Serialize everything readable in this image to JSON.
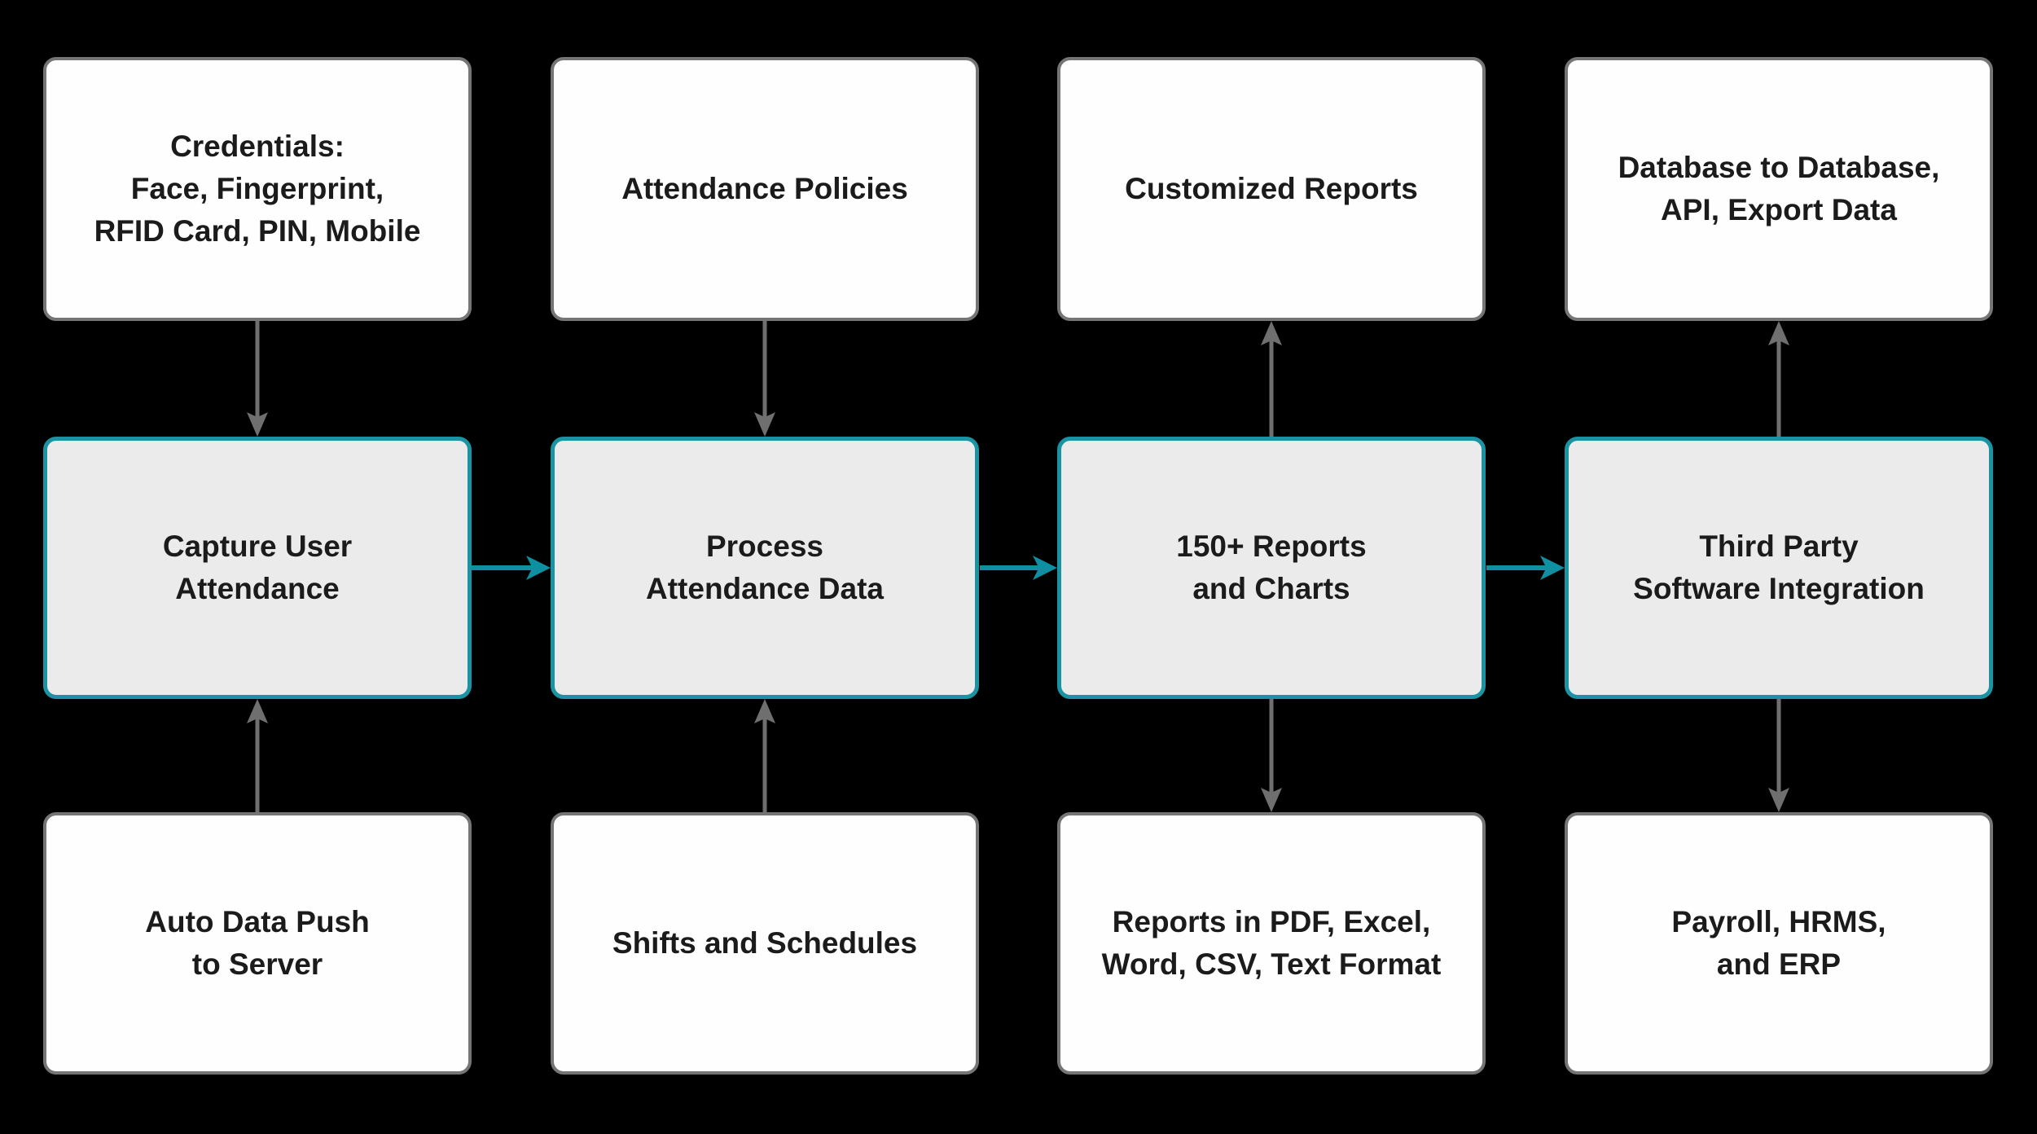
{
  "theme": {
    "background": "#000000",
    "box_fill": "#fefefe",
    "box_border": "#757575",
    "highlight_fill": "#ebebeb",
    "highlight_border": "#1a93a3",
    "arrow_gray": "#6f6f6f",
    "arrow_teal": "#0e90a2",
    "text": "#1b1b1b"
  },
  "diagram": {
    "columns": [
      {
        "top": {
          "label": "Credentials:\nFace, Fingerprint,\nRFID Card, PIN, Mobile"
        },
        "middle": {
          "label": "Capture User\nAttendance"
        },
        "bottom": {
          "label": "Auto Data Push\nto Server"
        },
        "arrows": {
          "top_gap": "down",
          "bottom_gap": "up"
        }
      },
      {
        "top": {
          "label": "Attendance Policies"
        },
        "middle": {
          "label": "Process\nAttendance Data"
        },
        "bottom": {
          "label": "Shifts and Schedules"
        },
        "arrows": {
          "top_gap": "down",
          "bottom_gap": "up"
        }
      },
      {
        "top": {
          "label": "Customized Reports"
        },
        "middle": {
          "label": "150+ Reports\nand Charts"
        },
        "bottom": {
          "label": "Reports in PDF, Excel,\nWord, CSV, Text Format"
        },
        "arrows": {
          "top_gap": "up",
          "bottom_gap": "down"
        }
      },
      {
        "top": {
          "label": "Database to Database,\nAPI, Export Data"
        },
        "middle": {
          "label": "Third Party\nSoftware Integration"
        },
        "bottom": {
          "label": "Payroll, HRMS,\nand ERP"
        },
        "arrows": {
          "top_gap": "up",
          "bottom_gap": "down"
        }
      }
    ],
    "flow_arrows": [
      "right",
      "right",
      "right"
    ]
  }
}
